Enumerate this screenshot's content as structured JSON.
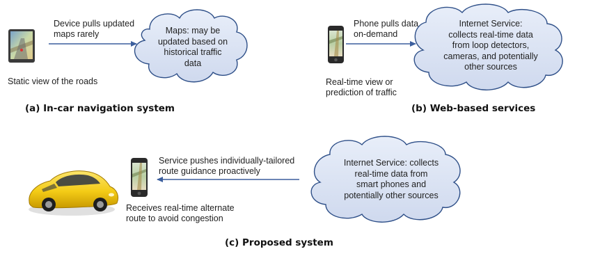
{
  "panel_a": {
    "arrow_label": "Device pulls updated\nmaps rarely",
    "cloud_text": "Maps: may be\nupdated based on\nhistorical traffic\ndata",
    "device_caption": "Static view of the roads",
    "caption": "(a) In-car navigation system"
  },
  "panel_b": {
    "arrow_label": "Phone pulls data\non-demand",
    "cloud_text": "Internet Service:\ncollects real-time data\nfrom loop detectors,\ncameras, and potentially\nother sources",
    "device_caption": "Real-time view or\nprediction of traffic",
    "caption": "(b) Web-based services"
  },
  "panel_c": {
    "arrow_label": "Service pushes individually-tailored\nroute guidance proactively",
    "cloud_text": "Internet Service: collects\nreal-time data from\nsmart phones and\npotentially other sources",
    "device_caption": "Receives real-time alternate\nroute to avoid congestion",
    "caption": "(c) Proposed system"
  },
  "colors": {
    "cloud_fill": "#dbe3f4",
    "cloud_stroke": "#2e4f88",
    "arrow": "#3c5f9e",
    "car_body": "#f4cc17"
  }
}
